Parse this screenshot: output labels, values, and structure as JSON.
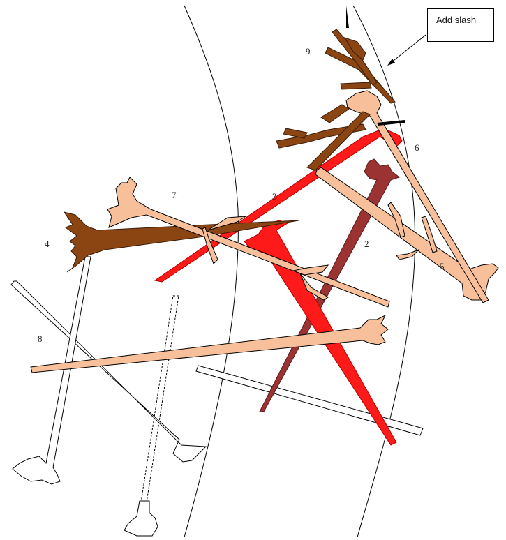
{
  "callout": {
    "text": "Add slash"
  },
  "labels": [
    "9",
    "6",
    "3",
    "7",
    "2",
    "4",
    "5",
    "8"
  ],
  "colors": {
    "bright_red": "#ff1a1a",
    "dark_red": "#9b3333",
    "brown": "#8b4513",
    "peach": "#f8c09a",
    "outline": "#000000",
    "white": "#ffffff"
  }
}
